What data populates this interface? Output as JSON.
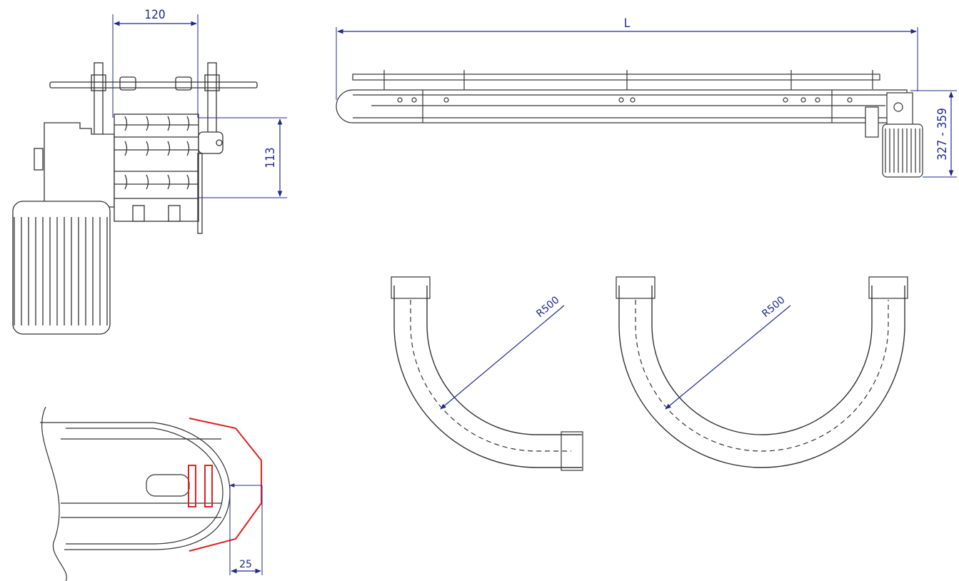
{
  "dimensions": {
    "width_label": "120",
    "height_label": "113",
    "length_label": "L",
    "height_range_label": "327 - 359",
    "radius_label_left": "R500",
    "radius_label_right": "R500",
    "offset_label": "25"
  },
  "colors": {
    "line": "#333333",
    "dimension": "#1f2a8a",
    "highlight": "#e02020"
  }
}
